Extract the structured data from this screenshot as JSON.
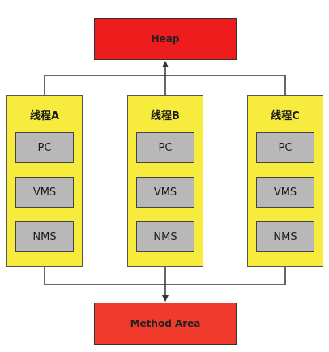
{
  "diagram": {
    "heap_label": "Heap",
    "method_area_label": "Method Area",
    "threads": [
      {
        "title": "线程A",
        "cells": [
          "PC",
          "VMS",
          "NMS"
        ]
      },
      {
        "title": "线程B",
        "cells": [
          "PC",
          "VMS",
          "NMS"
        ]
      },
      {
        "title": "线程C",
        "cells": [
          "PC",
          "VMS",
          "NMS"
        ]
      }
    ]
  },
  "colors": {
    "heap": "#ee1c1c",
    "method_area": "#f03a2c",
    "thread_bg": "#f7ec3d",
    "cell_bg": "#b8b8b8",
    "line": "#333333"
  }
}
